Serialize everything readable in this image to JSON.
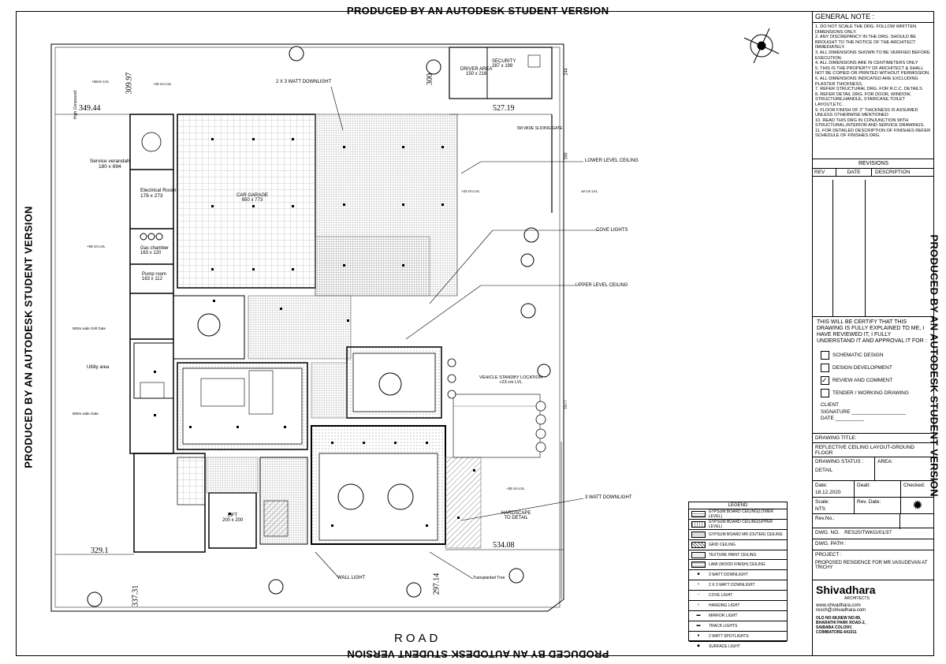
{
  "watermark": "PRODUCED BY AN AUTODESK STUDENT VERSION",
  "road_label": "ROAD",
  "general_note": {
    "title": "GENERAL NOTE :",
    "items": [
      "1. DO NOT SCALE THE DRG. FOLLOW WRITTEN DIMENSIONS ONLY.",
      "2. ANY DISCREPANCY IN THE DRG. SHOULD BE BROUGHT TO THE NOTICE OF THE ARCHITECT IMMEDIATELY.",
      "3. ALL DIMENSIONS SHOWN TO BE VERIFIED BEFORE EXECUTION.",
      "4. ALL DIMENSIONS ARE IN CENTIMETERS ONLY",
      "5. THIS IS THE PROPERTY OF ARCHITECT & SHALL NOT BE COPIED OR PRINTED WITHOUT PERMISSION.",
      "6. ALL DIMENSIONS INDICATED ARE EXCLUDING PLASTER THICKNESS.",
      "7. REFER STRUCTURAL DRG. FOR R.C.C. DETAILS",
      "8. REFER DETAIL DRG. FOR DOOR, WINDOW, STRUCTURE,HANDLE, STAIRCASE,TOILET LAYOUT,ETC.",
      "9. FLOOR FINISH OF 2\" THICKNESS IS ASSUMED UNLESS OTHERWISE MENTIONED",
      "10. READ THIS DRG IN CONJUNCTION WITH STRUCTURAL,INTERIOR AND SERVICE DRAWINGS.",
      "11. FOR DETAILED DESCRIPTION OF FINISHES REFER SCHEDULE OF FINISHES DRG."
    ]
  },
  "revisions": {
    "title": "REVISIONS",
    "cols": [
      "REV",
      "DATE",
      "DESCRIPTION"
    ]
  },
  "certification": {
    "text": "THIS WILL BE CERTIFY THAT THIS DRAWING IS FULLY EXPLAINED TO ME, I HAVE REVIEWED IT, I FULLY UNDERSTAND IT AND APPROVAL IT FOR :",
    "options": [
      {
        "label": "SCHEMATIC DESIGN",
        "checked": false
      },
      {
        "label": "DESIGN DEVELOPMENT",
        "checked": false
      },
      {
        "label": "REVIEW AND COMMENT",
        "checked": true
      },
      {
        "label": "TENDER / WORKING DRAWING",
        "checked": false
      }
    ],
    "client": "CLIENT",
    "signature": "SIGNATURE ___________________",
    "date": "DATE        __________"
  },
  "drawing_title": {
    "label": "DRAWING TITLE:",
    "value": "REFLECTIVE CEILING LAYOUT-GROUND FLOOR"
  },
  "drawing_status": {
    "label": "DRAWING STATUS :",
    "value": "DETAIL",
    "area_label": "AREA:"
  },
  "meta": {
    "date_label": "Date:",
    "date_value": "18.12.2020",
    "dealt_label": "Dealt:",
    "checked_label": "Checked:",
    "scale_label": "Scale:",
    "scale_value": "NTS",
    "rev_date_label": "Rev. Date:",
    "rev_no_label": "Rev.No.:",
    "dwg_no_label": "DWG. NO.",
    "dwg_no_value": "RES20/TWKG/01/37",
    "dwg_path_label": "DWG. PATH :"
  },
  "project": {
    "label": "PROJECT :",
    "value": "PROPOSED RESIDENCE FOR MR.VASUDEVAN AT TRICHY"
  },
  "firm": {
    "name": "Shivadhara",
    "tag": "ARCHITECTS",
    "web": "www.shivadhara.com",
    "email": "resch@shivadhara.com",
    "address": [
      "OLD NO:68,NEW NO:89,",
      "BHARATHI PARK ROAD-2,",
      "SAIBABA COLONY,",
      "COIMBATORE-641011"
    ]
  },
  "legend": {
    "title": "LEGEND",
    "items": [
      "GYPSUM BOARD CEILING(LOWER LEVEL)",
      "GYPSUM BOARD CEILING(UPPER LEVEL)",
      "GYPSUM BOARD MR (OUTER) CEILING",
      "GRID CEILING",
      "TEXTURE PAINT CEILING",
      "LAMI (WOOD FINISH) CEILING",
      "3 WATT DOWNLIGHT",
      "2 X 3 WATT DOWNLIGHT",
      "COVE LIGHT",
      "HANGING LIGHT",
      "MIRROR LIGHT",
      "TRACK LIGHTS",
      "2 WATT SPOTLIGHTS",
      "SURFACE LIGHT"
    ]
  },
  "plan": {
    "rooms": [
      {
        "name": "Service verandah",
        "size": "180 x 694"
      },
      {
        "name": "Electrical Room",
        "size": "178 x 273"
      },
      {
        "name": "Gas chamber",
        "size": "163 x 120"
      },
      {
        "name": "Pump room",
        "size": "163 x 112"
      },
      {
        "name": "CAR GARAGE",
        "size": "650 x 773"
      },
      {
        "name": "DRIVER AREA",
        "size": "150 x 216"
      },
      {
        "name": "SECURITY",
        "size": "287 x 199"
      },
      {
        "name": "Utility area",
        "size": ""
      },
      {
        "name": "LIFT",
        "size": "200 x 200"
      },
      {
        "name": "HARDSCAPE",
        "size": "TO DETAIL"
      },
      {
        "name": "VEHICLE STANDBY LOCATION",
        "size": "+23 cm LVL"
      }
    ],
    "annotations": [
      "2 X 3 WATT DOWNLIGHT",
      "5M WIDE SLIDING GATE",
      "LOWER LEVEL CEILING",
      "COVE LIGHTS",
      "UPPER LEVEL CEILING",
      "3 WATT DOWNLIGHT",
      "WALL LIGHT",
      "Transplanted Tree",
      "High Compound",
      "900m wide Grill Gate",
      "900m wide Gate"
    ],
    "dimensions": [
      "349.44",
      "309.97",
      "300",
      "527.19",
      "244",
      "500",
      "1677",
      "329.1",
      "534.08",
      "337.31",
      "297.14"
    ],
    "levels": [
      "+68cm LVL",
      "+25 cm LVL",
      "+23 cm LVL",
      "±0 cm LVL",
      "+68 cm LVL",
      "+38 cm LVL"
    ]
  }
}
